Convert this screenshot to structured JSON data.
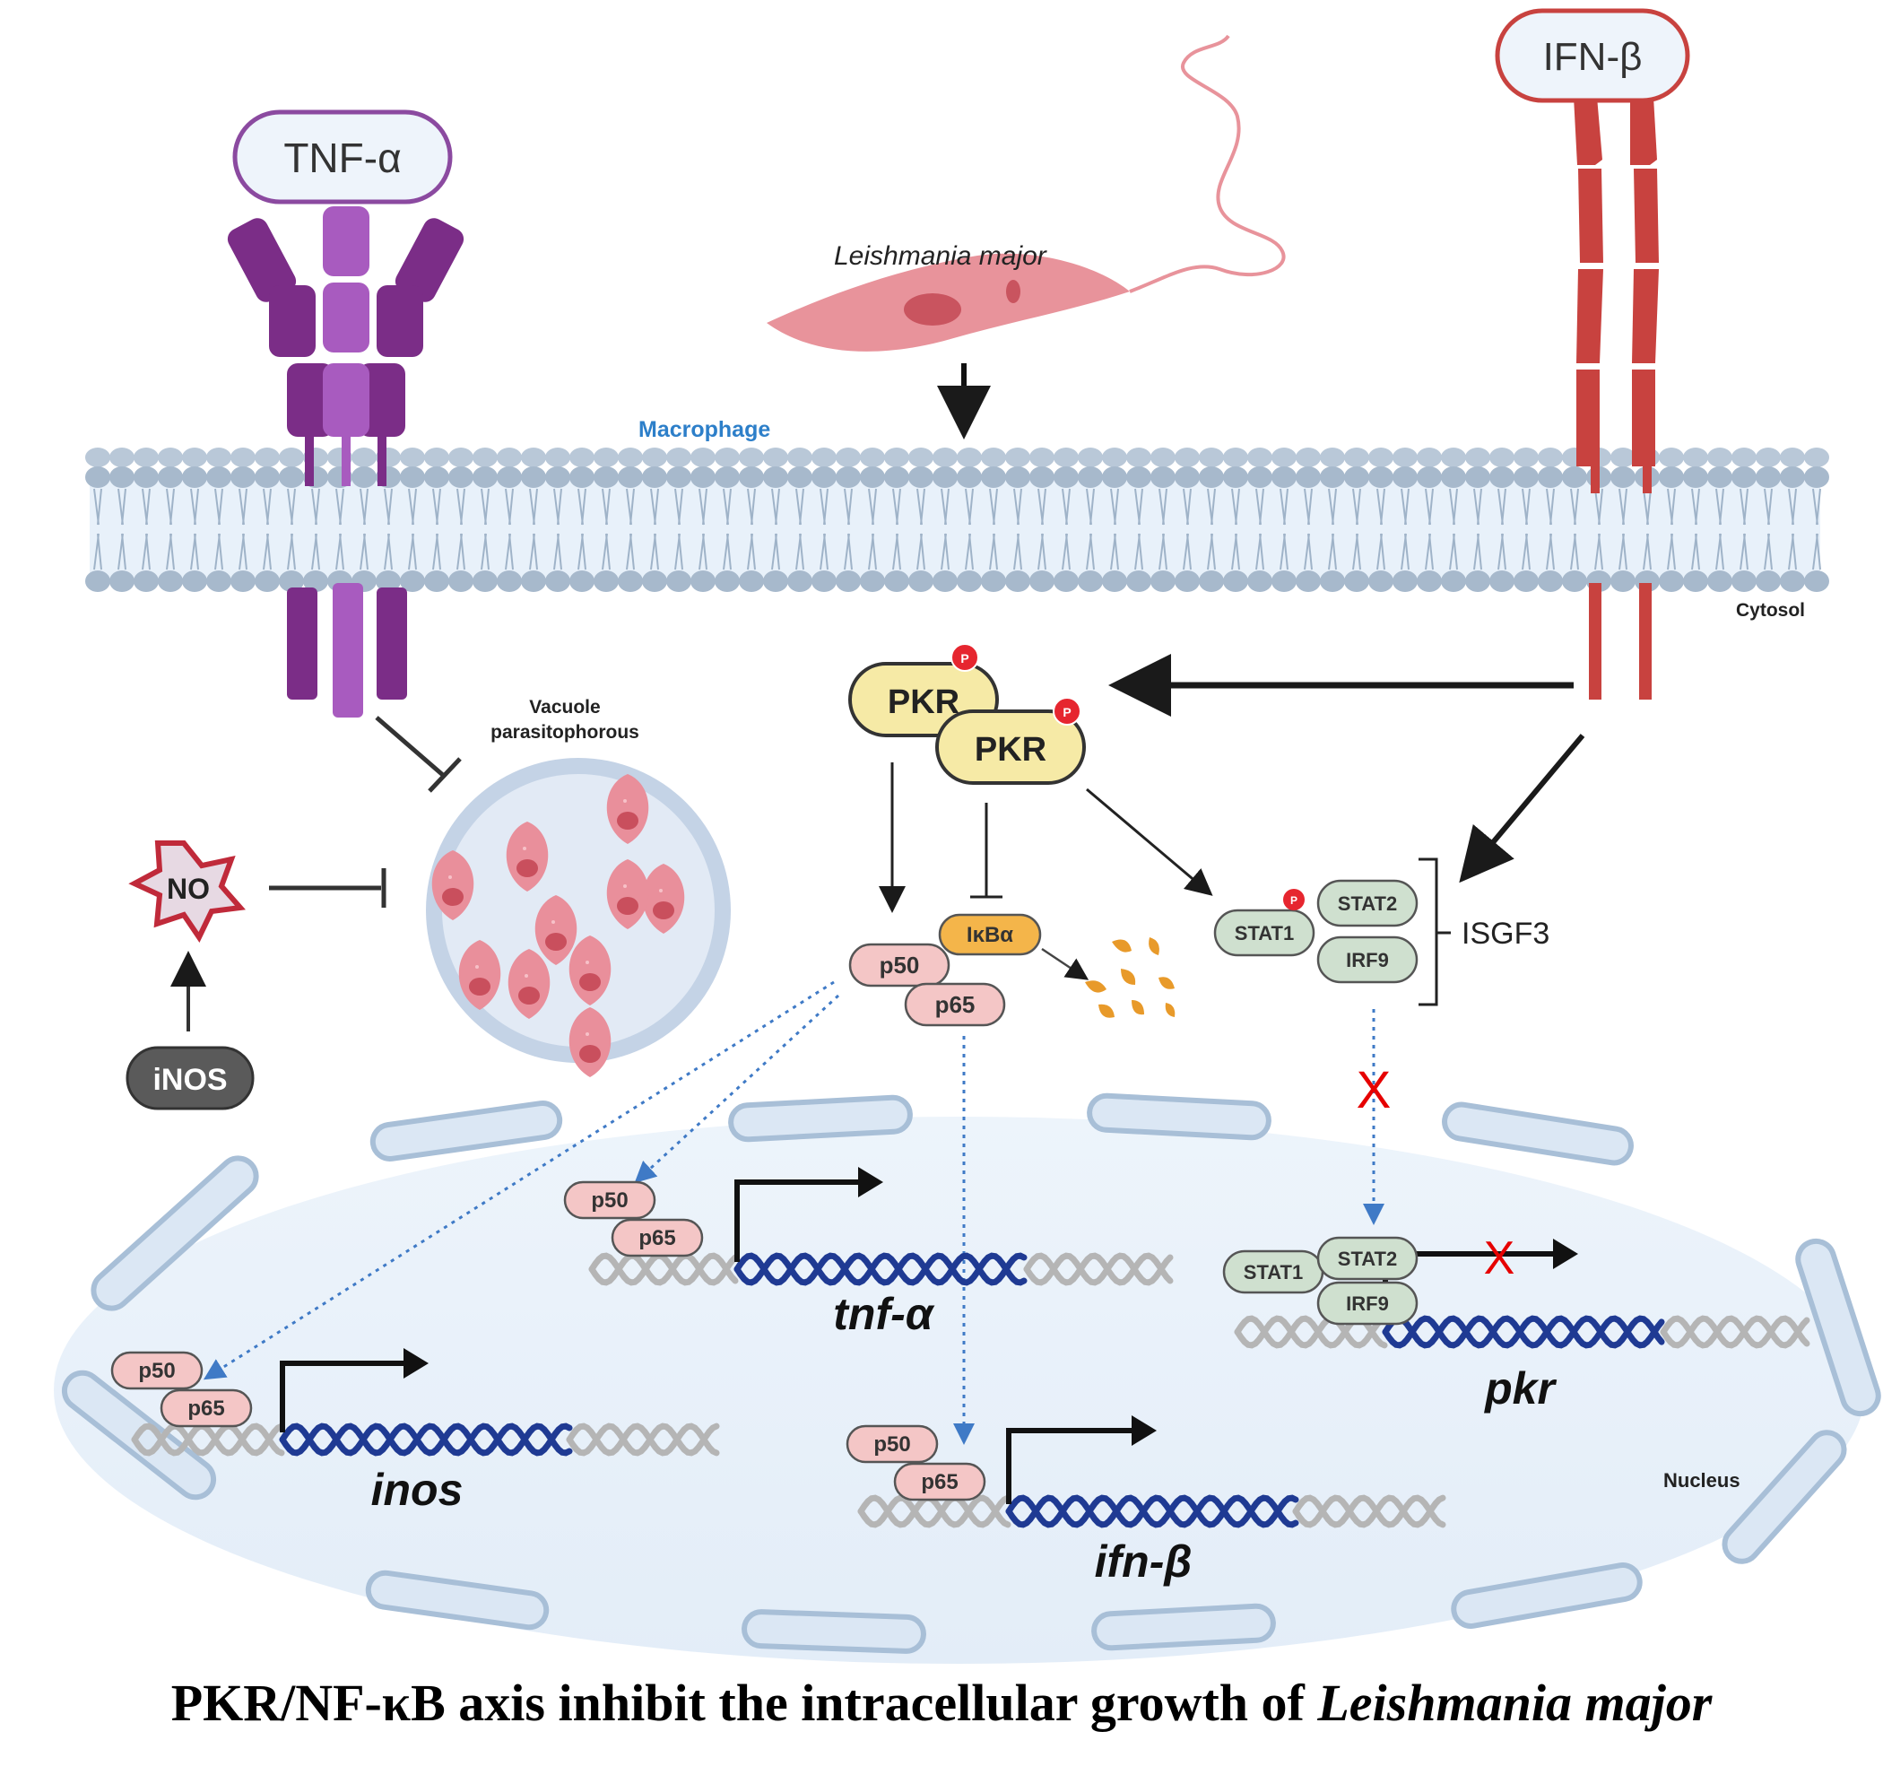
{
  "ligands": {
    "tnf": "TNF-α",
    "ifn": "IFN-β"
  },
  "parasite": {
    "name": "Leishmania major"
  },
  "labels": {
    "macrophage": "Macrophage",
    "cytosol": "Cytosol",
    "nucleus": "Nucleus",
    "vacuole_line1": "Vacuole",
    "vacuole_line2": "parasitophorous",
    "no": "NO",
    "inos_enzyme": "iNOS",
    "pkr": "PKR",
    "phospho": "P",
    "ikba": "IκBα",
    "p50": "p50",
    "p65": "p65",
    "stat1": "STAT1",
    "stat2": "STAT2",
    "irf9": "IRF9",
    "isgf3": "ISGF3",
    "blocked_mark": "X"
  },
  "genes": {
    "tnf": "tnf-α",
    "inos": "inos",
    "ifn": "ifn-β",
    "pkr": "pkr"
  },
  "title": {
    "main": "PKR/NF-κB axis inhibit the intracellular growth of ",
    "italic": "Leishmania major"
  },
  "colors": {
    "tnf_receptor": "#7b2d87",
    "tnf_receptor_light": "#a85bbf",
    "ifn_receptor": "#c8423f",
    "membrane": "#a7b9cc",
    "membrane_bg": "#dde9f5",
    "pkr_fill": "#f6eaa6",
    "ikba_fill": "#f4b54a",
    "nfkb_fill": "#f4c6c6",
    "stat_fill": "#cfe0cf",
    "parasite": "#e8939b",
    "dna_active": "#1f3a93",
    "dna_inactive": "#b5b5b5",
    "dotted_arrow": "#3f7ac6",
    "block_red": "#e60000",
    "macrophage_label": "#2d7fc9"
  }
}
